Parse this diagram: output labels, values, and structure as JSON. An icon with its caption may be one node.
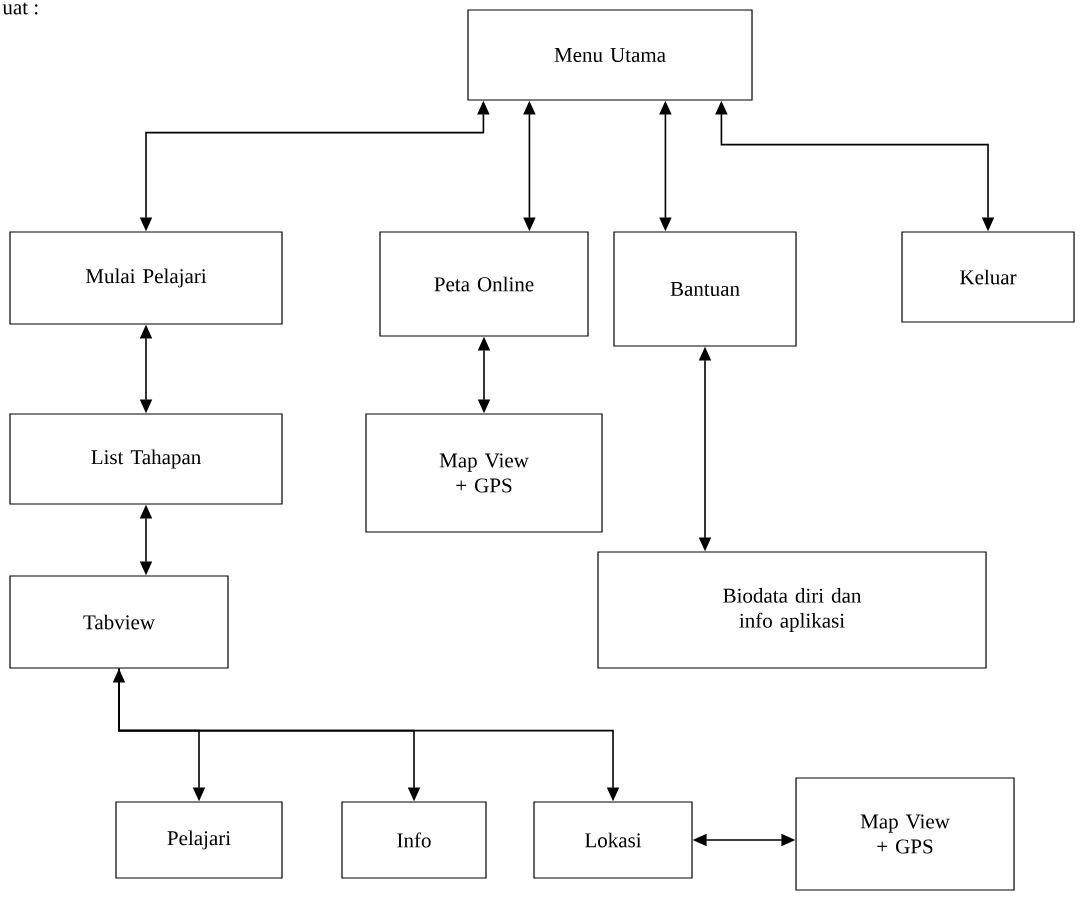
{
  "diagram": {
    "nodes": [
      {
        "text": [
          "Menu Utama"
        ]
      },
      {
        "text": [
          "Mulai Pelajari"
        ]
      },
      {
        "text": [
          "Peta Online"
        ]
      },
      {
        "text": [
          "Bantuan"
        ]
      },
      {
        "text": [
          "Keluar"
        ]
      },
      {
        "text": [
          "List Tahapan"
        ]
      },
      {
        "text": [
          "Map View + GPS"
        ]
      },
      {
        "text": [
          "Tabview"
        ]
      },
      {
        "text": [
          "Biodata diri dan info aplikasi"
        ]
      },
      {
        "text": [
          "Pelajari"
        ]
      },
      {
        "text": [
          "Info"
        ]
      },
      {
        "text": [
          "Lokasi"
        ]
      },
      {
        "text": [
          "Map View + GPS"
        ]
      }
    ],
    "edges": [
      {
        "from": 0,
        "to": 1,
        "arrow": "both"
      },
      {
        "from": 0,
        "to": 2,
        "arrow": "both"
      },
      {
        "from": 0,
        "to": 3,
        "arrow": "both"
      },
      {
        "from": 0,
        "to": 4,
        "arrow": "both"
      },
      {
        "from": 1,
        "to": 5,
        "arrow": "both"
      },
      {
        "from": 2,
        "to": 6,
        "arrow": "both"
      },
      {
        "from": 3,
        "to": 8,
        "arrow": "both"
      },
      {
        "from": 5,
        "to": 7,
        "arrow": "both"
      },
      {
        "from": 7,
        "to": 9,
        "arrow": "both"
      },
      {
        "from": 7,
        "to": 10,
        "arrow": "to"
      },
      {
        "from": 7,
        "to": 11,
        "arrow": "to"
      },
      {
        "from": 11,
        "to": 12,
        "arrow": "both"
      }
    ],
    "labels": [
      "uat :"
    ]
  }
}
